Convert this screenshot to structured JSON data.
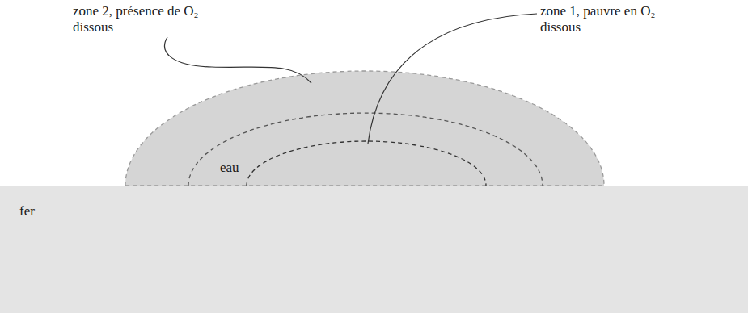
{
  "diagram": {
    "nodes": [
      {
        "text": [
          "fer"
        ]
      },
      {
        "text": [
          "eau"
        ]
      }
    ],
    "labels": [
      "zone 2, présence de O₂ dissous",
      "zone 1, pauvre en O₂ dissous"
    ]
  }
}
